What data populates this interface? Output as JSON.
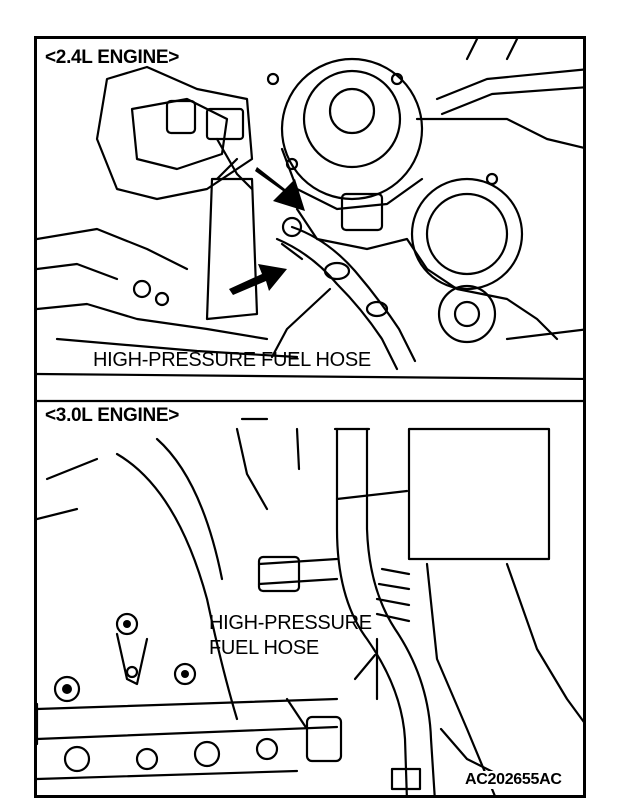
{
  "top_panel": {
    "title": "<2.4L ENGINE>",
    "callout": "HIGH-PRESSURE FUEL HOSE"
  },
  "bottom_panel": {
    "title": "<3.0L ENGINE>",
    "callout_line1": "HIGH-PRESSURE",
    "callout_line2": "FUEL HOSE"
  },
  "figure_code": "AC202655AC"
}
